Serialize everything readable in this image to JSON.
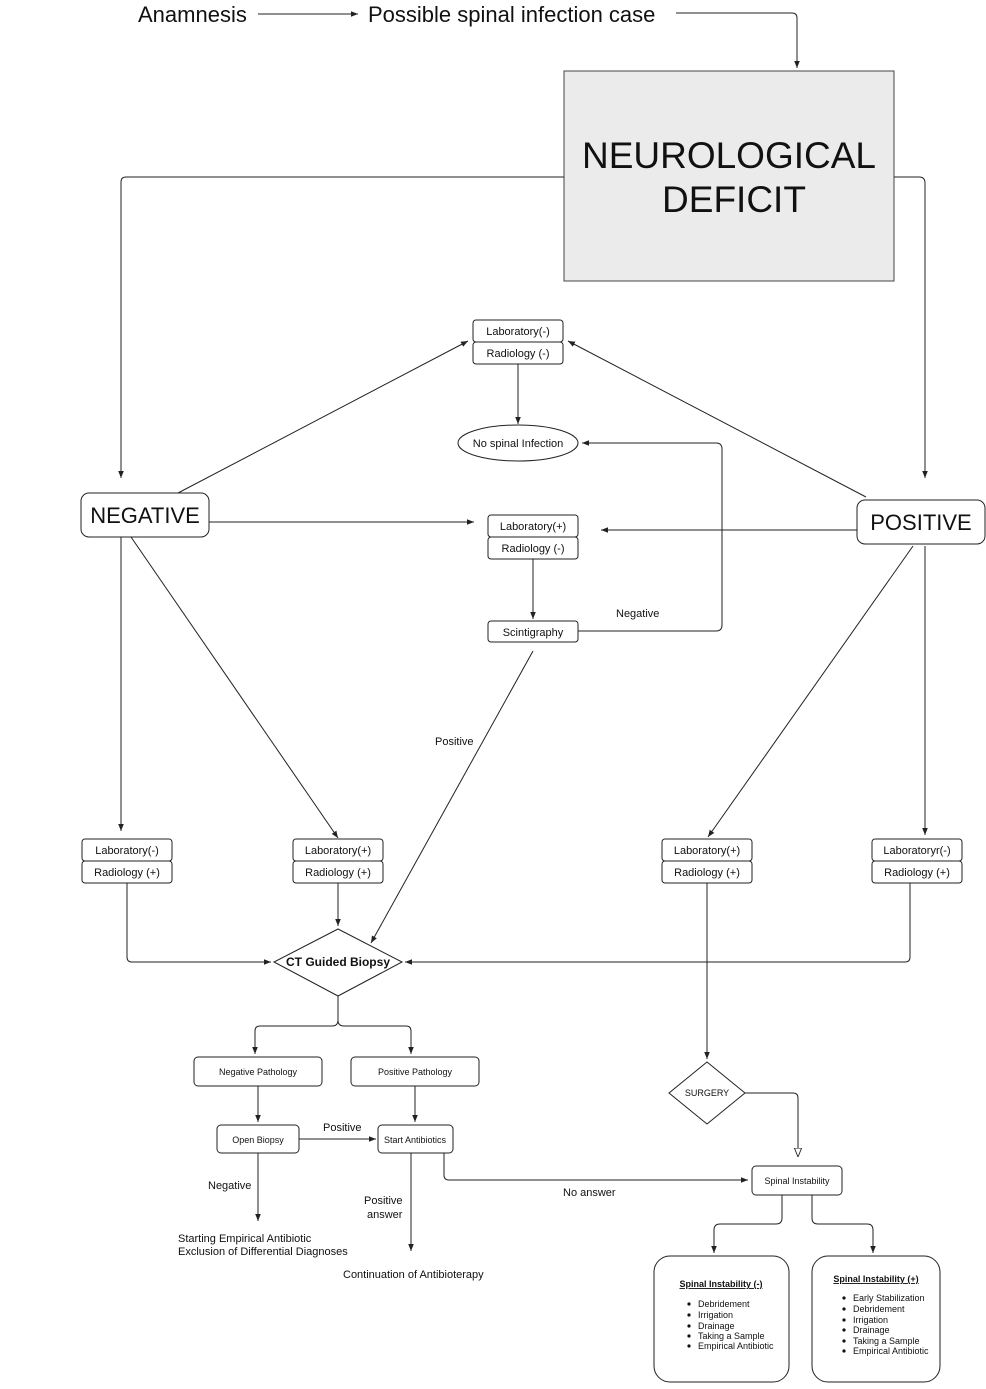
{
  "header": {
    "anamnesis": "Anamnesis",
    "possible_case": "Possible spinal infection case"
  },
  "nodes": {
    "neuro_line1": "NEUROLOGICAL",
    "neuro_line2": "DEFICIT",
    "negative": "NEGATIVE",
    "positive": "POSITIVE",
    "top_lab": "Laboratory(-)",
    "top_rad": "Radiology (-)",
    "no_infection": "No spinal Infection",
    "mid_lab": "Laboratory(+)",
    "mid_rad": "Radiology (-)",
    "scintigraphy": "Scintigraphy",
    "b1_lab": "Laboratory(-)",
    "b1_rad": "Radiology (+)",
    "b2_lab": "Laboratory(+)",
    "b2_rad": "Radiology (+)",
    "b3_lab": "Laboratory(+)",
    "b3_rad": "Radiology (+)",
    "b4_lab": "Laboratoryr(-)",
    "b4_rad": "Radiology (+)",
    "ct_biopsy": "CT Guided Biopsy",
    "neg_pathology": "Negative Pathology",
    "pos_pathology": "Positive Pathology",
    "open_biopsy": "Open Biopsy",
    "start_antibiotics": "Start Antibiotics",
    "surgery": "SURGERY",
    "spinal_instability": "Spinal Instability",
    "empirical_line1": "Starting Empirical Antibiotic",
    "empirical_line2": "Exclusion of Differential Diagnoses",
    "continuation": "Continuation of Antibioterapy"
  },
  "edge_labels": {
    "negative": "Negative",
    "positive": "Positive",
    "open_positive": "Positive",
    "open_negative": "Negative",
    "positive_answer_1": "Positive",
    "positive_answer_2": "answer",
    "no_answer": "No answer"
  },
  "instability_minus": {
    "title": "Spinal Instability (-)",
    "items": [
      "Debridement",
      "Irrigation",
      "Drainage",
      "Taking a Sample",
      "Empirical Antibiotic"
    ]
  },
  "instability_plus": {
    "title": "Spinal Instability (+)",
    "items": [
      "Early Stabilization",
      "Debridement",
      "Irrigation",
      "Drainage",
      "Taking a Sample",
      "Empirical Antibiotic"
    ]
  },
  "colors": {
    "neuro_fill": "#ebebeb",
    "line": "#222222"
  }
}
